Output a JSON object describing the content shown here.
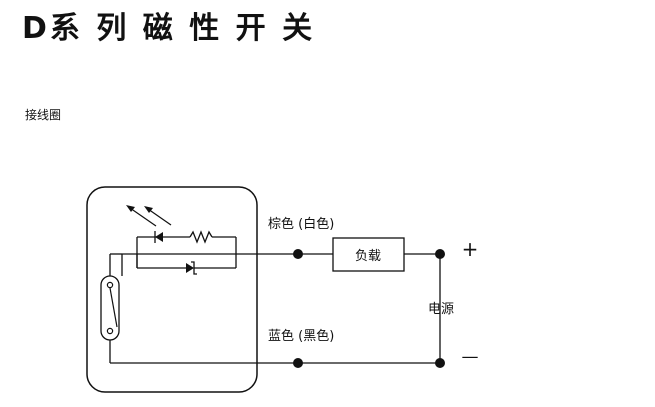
{
  "page": {
    "title": "D系 列 磁 性 开 关",
    "subtitle": "接线圈"
  },
  "diagram": {
    "wire_top_label": "棕色 (白色)",
    "wire_bottom_label": "蓝色 (黑色)",
    "load_label": "负载",
    "power_label": "电源",
    "plus_sign": "+",
    "minus_sign": "—"
  }
}
